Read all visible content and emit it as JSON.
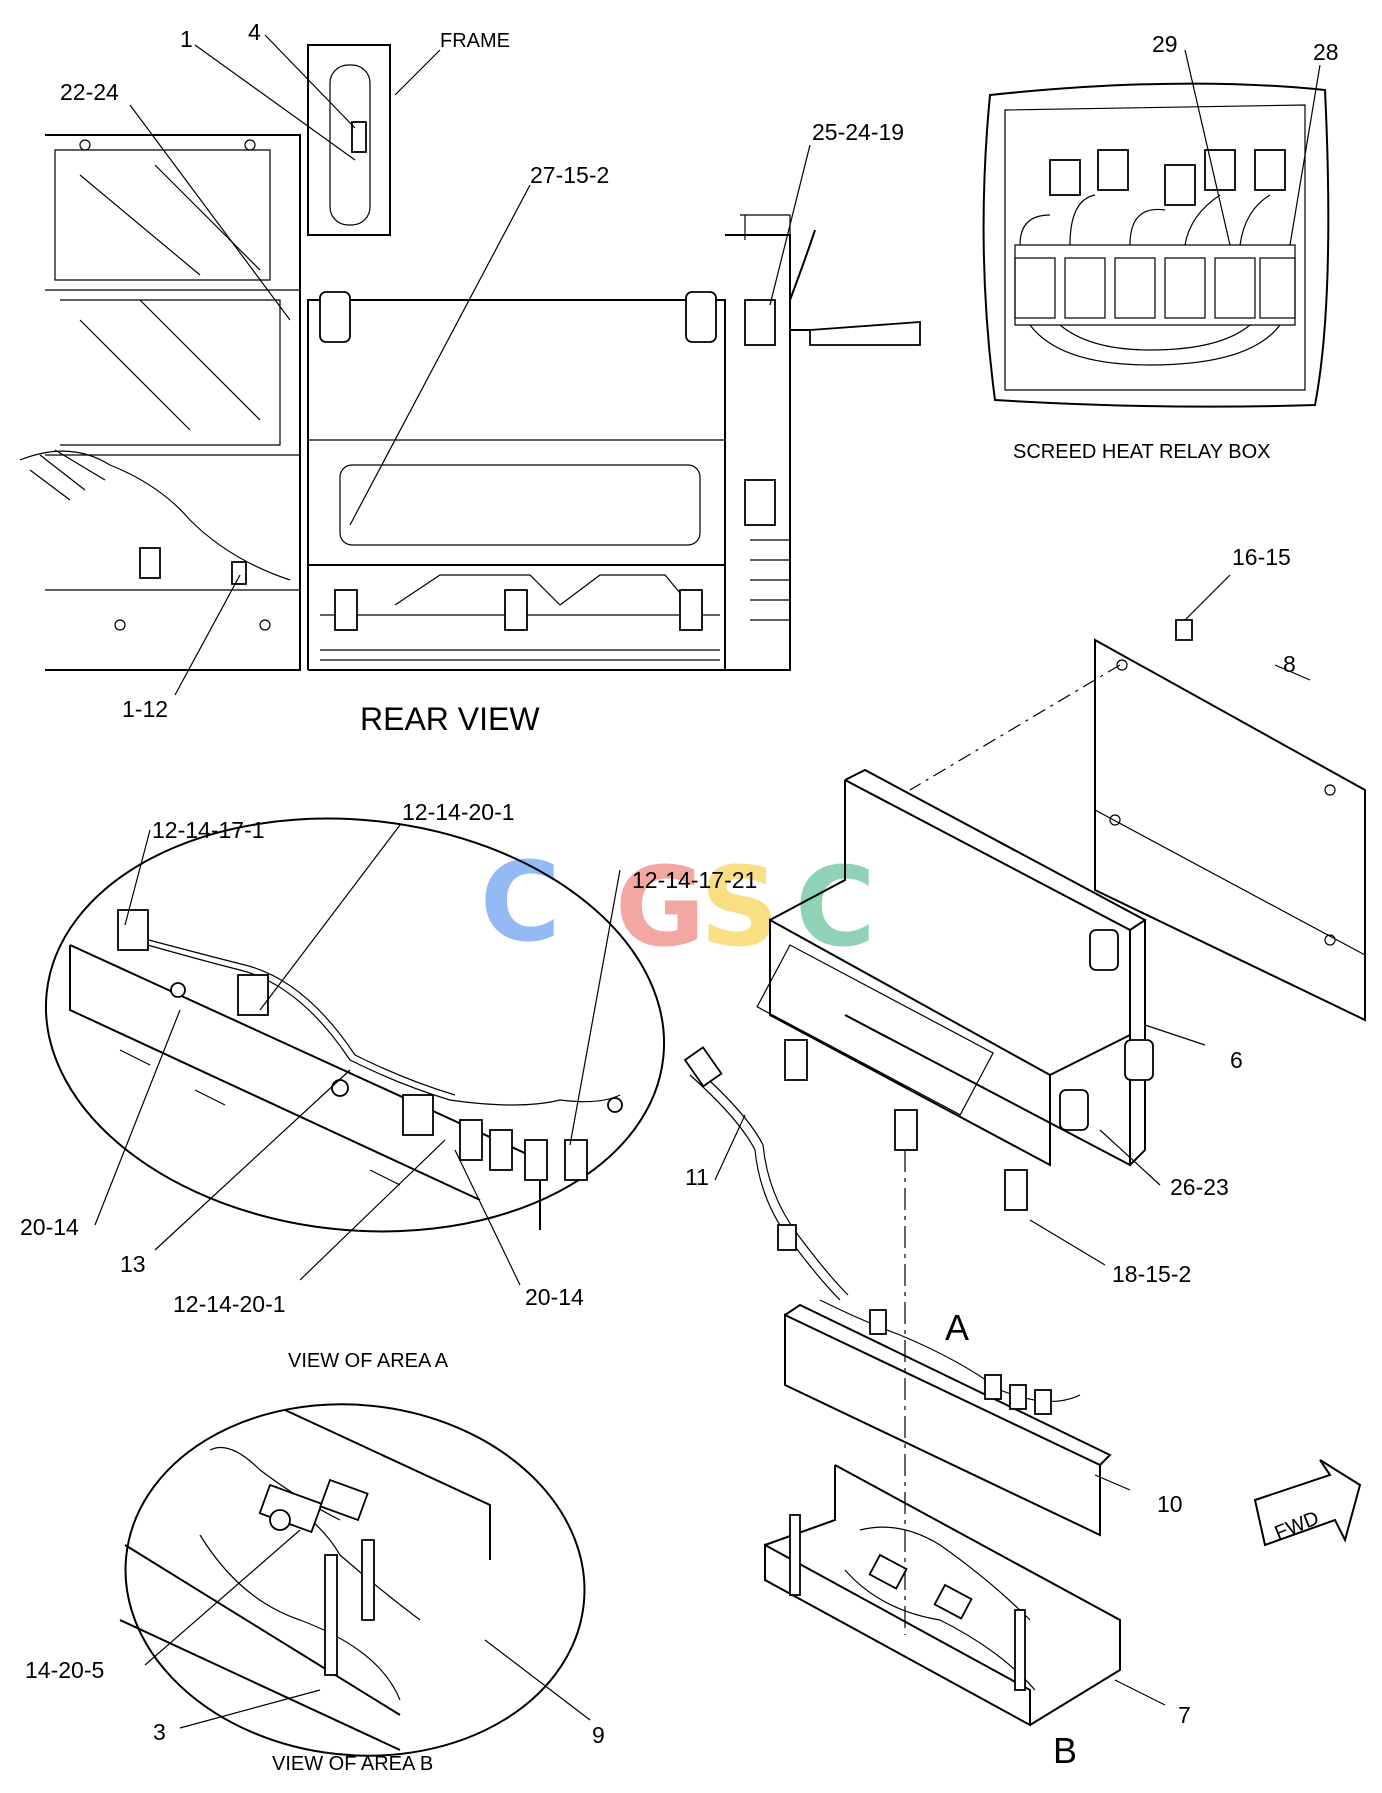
{
  "watermark": {
    "letters": [
      {
        "char": "C",
        "color": "#6fa3f0"
      },
      {
        "char": "G",
        "color": "#f08a84"
      },
      {
        "char": "S",
        "color": "#f7d35a"
      },
      {
        "char": "C",
        "color": "#6cc49b"
      }
    ]
  },
  "views": {
    "rear_view": "REAR VIEW",
    "relay_box": "SCREED HEAT RELAY BOX",
    "area_a": "VIEW OF AREA  A",
    "area_b": "VIEW OF AREA  B",
    "frame": "FRAME",
    "letter_a": "A",
    "letter_b": "B",
    "fwd": "FWD"
  },
  "callouts": {
    "c1": "1",
    "c4": "4",
    "c22_24": "22-24",
    "c27_15_2": "27-15-2",
    "c25_24_19": "25-24-19",
    "c29": "29",
    "c28": "28",
    "c1_12": "1-12",
    "c16_15": "16-15",
    "c8": "8",
    "c12_14_17_1": "12-14-17-1",
    "c12_14_20_1_top": "12-14-20-1",
    "c12_14_17_21": "12-14-17-21",
    "c20_14_left": "20-14",
    "c13": "13",
    "c12_14_20_1_bot": "12-14-20-1",
    "c20_14_right": "20-14",
    "c6": "6",
    "c11": "11",
    "c26_23": "26-23",
    "c18_15_2": "18-15-2",
    "c10": "10",
    "c14_20_5": "14-20-5",
    "c3": "3",
    "c9": "9",
    "c7": "7"
  }
}
